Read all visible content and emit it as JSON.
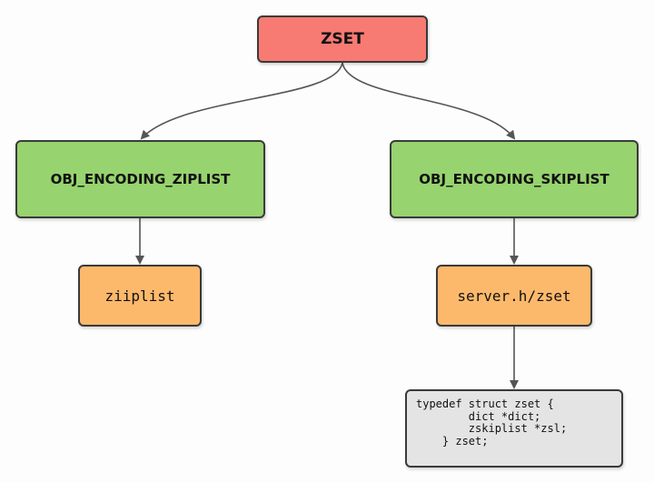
{
  "diagram": {
    "root": {
      "label": "ZSET"
    },
    "encodings": [
      {
        "label": "OBJ_ENCODING_ZIPLIST"
      },
      {
        "label": "OBJ_ENCODING_SKIPLIST"
      }
    ],
    "implementations": [
      {
        "label": "ziiplist"
      },
      {
        "label": "server.h/zset"
      }
    ],
    "code_block": {
      "lines": [
        "typedef struct zset {",
        "        dict *dict;",
        "        zskiplist *zsl;",
        "    } zset;"
      ]
    }
  },
  "colors": {
    "root_fill": "#f77b72",
    "encoding_fill": "#97d36e",
    "implementation_fill": "#fdb96b",
    "code_fill": "#e4e4e4",
    "edge": "#555555"
  }
}
